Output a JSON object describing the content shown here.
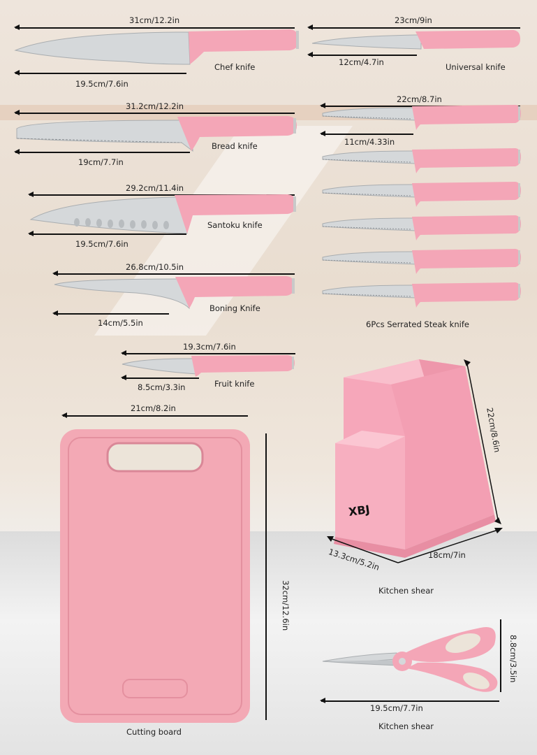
{
  "colors": {
    "handle": "#f4a6b7",
    "blade": "#cfd3d6",
    "board": "#f3a9b5",
    "block": "#f6a7ba"
  },
  "knives": {
    "chef": {
      "name": "Chef knife",
      "total": "31cm/12.2in",
      "blade": "19.5cm/7.6in"
    },
    "universal": {
      "name": "Universal knife",
      "total": "23cm/9in",
      "blade": "12cm/4.7in"
    },
    "bread": {
      "name": "Bread knife",
      "total": "31.2cm/12.2in",
      "blade": "19cm/7.7in"
    },
    "steak": {
      "name": "6Pcs Serrated Steak knife",
      "total": "22cm/8.7in",
      "blade": "11cm/4.33in"
    },
    "santoku": {
      "name": "Santoku knife",
      "total": "29.2cm/11.4in",
      "blade": "19.5cm/7.6in"
    },
    "boning": {
      "name": "Boning Knife",
      "total": "26.8cm/10.5in",
      "blade": "14cm/5.5in"
    },
    "fruit": {
      "name": "Fruit knife",
      "total": "19.3cm/7.6in",
      "blade": "8.5cm/3.3in"
    }
  },
  "board": {
    "name": "Cutting board",
    "width": "21cm/8.2in",
    "height": "32cm/12.6in"
  },
  "block": {
    "name": "Kitchen shear",
    "brand": "XBJ",
    "height": "22cm/8.6in",
    "depth": "13.3cm/5.2in",
    "width": "18cm/7in"
  },
  "shear": {
    "name": "Kitchen shear",
    "length": "19.5cm/7.7in",
    "width": "8.8cm/3.5in"
  }
}
